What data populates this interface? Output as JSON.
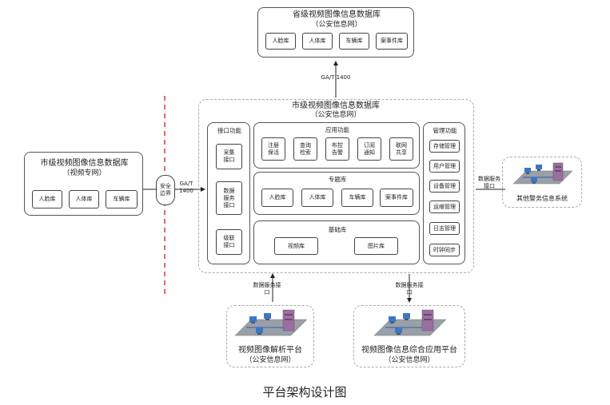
{
  "province_db": {
    "title": "省级视频图像信息数据库",
    "subtitle": "（公安信息网）",
    "items": [
      "人脸库",
      "人体库",
      "车辆库",
      "案事件库"
    ]
  },
  "protocol_top": "GA/T 1400",
  "city_db": {
    "title": "市级视频图像信息数据库",
    "subtitle": "（公安信息网）",
    "interface": {
      "title": "接口功能",
      "items": [
        "采集\n接口",
        "数据\n服务\n接口",
        "级联\n接口"
      ]
    },
    "application": {
      "title": "应用功能",
      "items": [
        "注册\n保活",
        "查询\n检索",
        "布控\n告警",
        "订阅\n通知",
        "联网\n共享"
      ]
    },
    "topic": {
      "title": "专题库",
      "items": [
        "人脸库",
        "人体库",
        "车辆库",
        "案事件库"
      ]
    },
    "base": {
      "title": "基础库",
      "items": [
        "视频库",
        "图片库"
      ]
    },
    "management": {
      "title": "管理功能",
      "items": [
        "存储管理",
        "用户管理",
        "设备管理",
        "运维管理",
        "日志管理",
        "时钟同步"
      ]
    }
  },
  "city_video_db": {
    "title": "市级视频图像信息数据库",
    "subtitle": "（视频专网）",
    "items": [
      "人脸库",
      "人体库",
      "车辆库"
    ]
  },
  "security_boundary": "安全\n边界",
  "protocol_left": "GA/T\n1400",
  "data_service_right": "数据服务\n接口",
  "other_system": "其他警务信息系统",
  "data_service_bottom_left": "数据服务接\n口",
  "data_service_bottom_right": "数据服务接\n口",
  "platform_left": {
    "title": "视频图像解析平台",
    "subtitle": "（公安信息网）"
  },
  "platform_right": {
    "title": "视频图像信息综合应用平台",
    "subtitle": "（公安信息网）"
  },
  "caption": "平台架构设计图",
  "colors": {
    "boundary_line": "#e0322f",
    "server_cabinet": "#9a6f9e",
    "network_plane": "#9aa0a8",
    "node_blue": "#3a78c7"
  }
}
